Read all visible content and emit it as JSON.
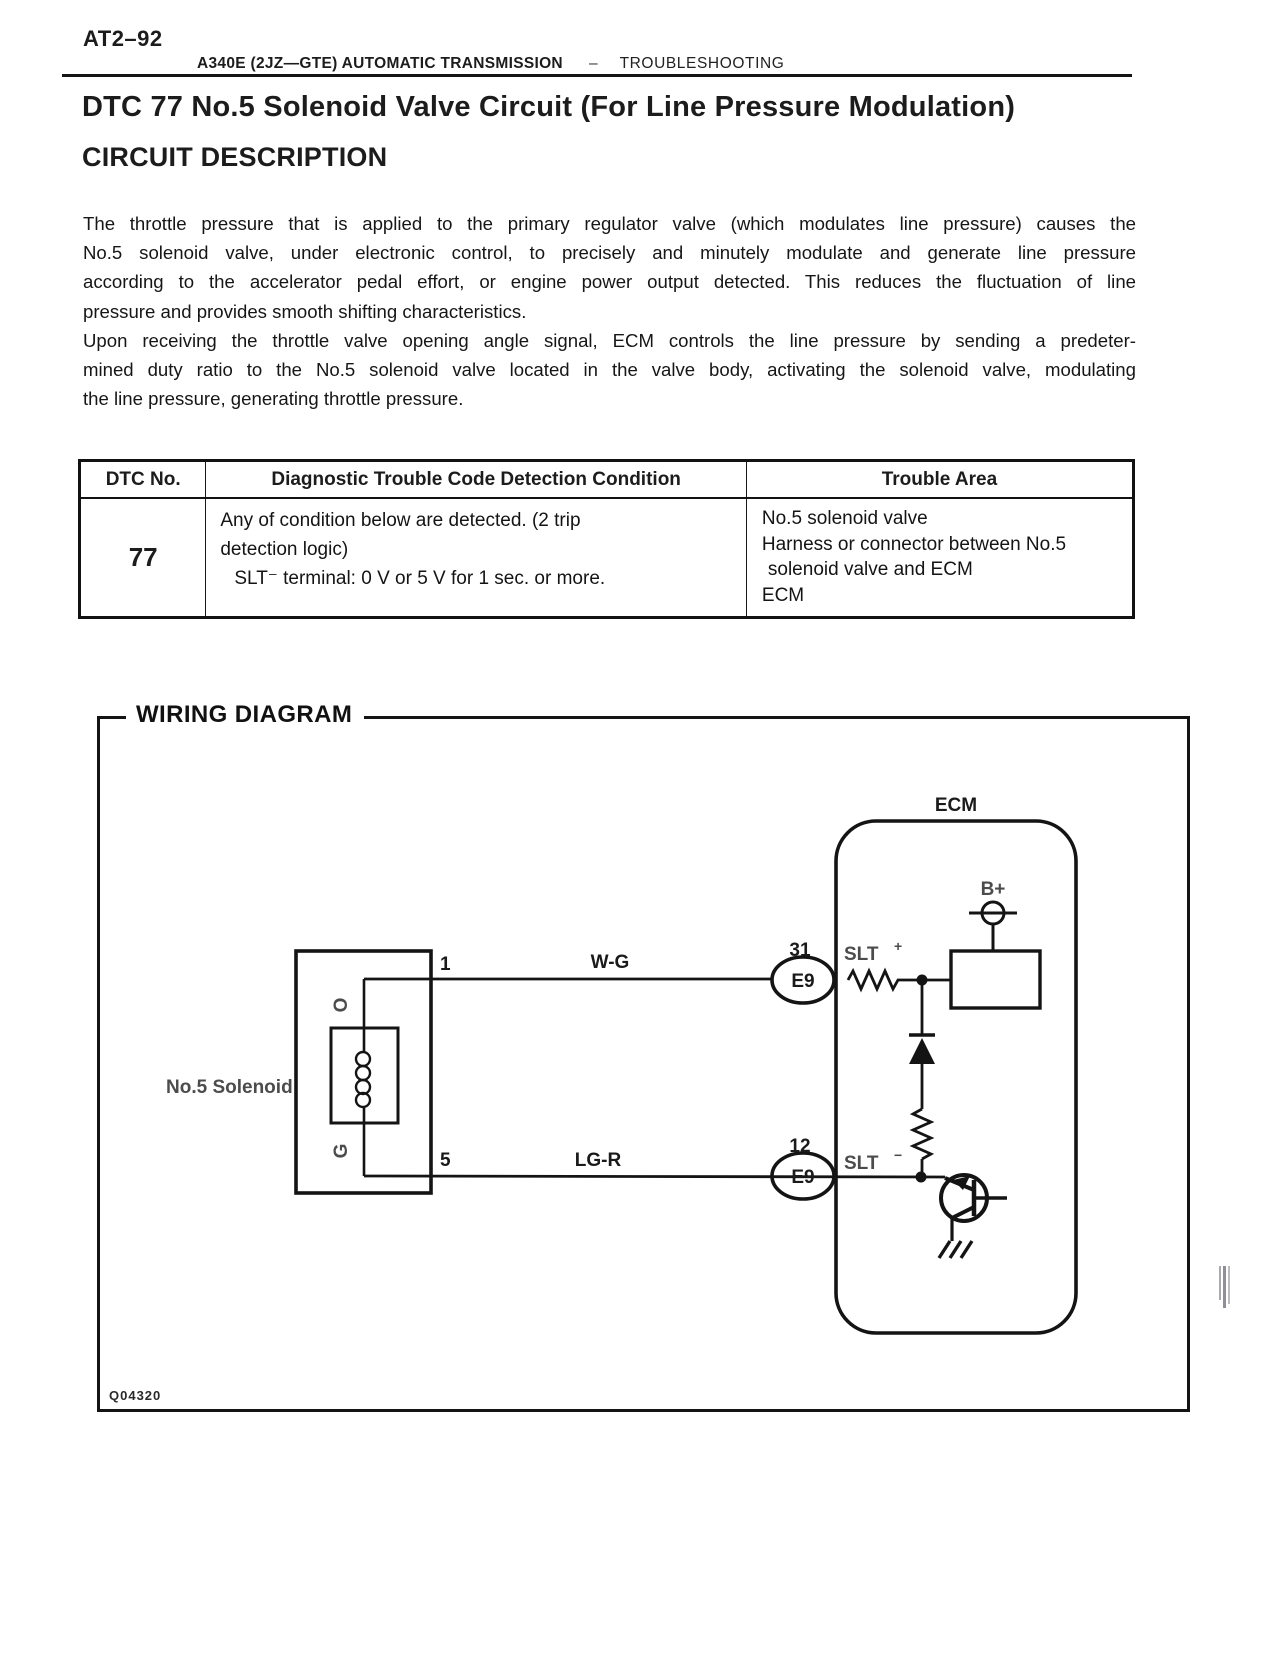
{
  "header": {
    "page_code": "AT2–92",
    "section_title": "A340E (2JZ—GTE) AUTOMATIC TRANSMISSION",
    "separator": "–",
    "section_sub": "TROUBLESHOOTING"
  },
  "title": "DTC 77 No.5 Solenoid Valve Circuit (For Line Pressure Modulation)",
  "subtitle": "CIRCUIT DESCRIPTION",
  "paragraph": {
    "lines": [
      "The throttle pressure that is applied to the primary regulator valve (which modulates line pressure) causes the",
      "No.5 solenoid valve, under electronic control, to precisely and minutely modulate and generate line pressure",
      "according to the accelerator pedal effort, or engine power output detected. This reduces the fluctuation of line",
      "pressure and provides smooth shifting characteristics.",
      "Upon receiving the throttle valve opening angle signal, ECM controls the line pressure by sending a predeter-",
      "mined duty ratio to the No.5 solenoid valve located in the valve body, activating the solenoid valve, modulating",
      "the line pressure, generating throttle pressure."
    ]
  },
  "table": {
    "headers": [
      "DTC No.",
      "Diagnostic Trouble Code Detection Condition",
      "Trouble Area"
    ],
    "dtc_no": "77",
    "condition_lines": [
      "Any of condition below are detected. (2 trip",
      "detection logic)",
      "SLT⁻ terminal: 0 V or 5 V for 1 sec. or more."
    ],
    "trouble_lines": [
      "No.5 solenoid valve",
      "Harness or connector between No.5",
      "solenoid valve and ECM",
      "ECM"
    ]
  },
  "diagram": {
    "legend": "WIRING DIAGRAM",
    "figure_code": "Q04320",
    "ecm_label": "ECM",
    "b_plus_label": "B+",
    "slt_label": "SLT",
    "slt_plus_sign": "+",
    "slt_minus_sign": "−",
    "connector_name": "E9",
    "pin_31": "31",
    "pin_12": "12",
    "pin_1": "1",
    "pin_5": "5",
    "wire_top_color": "W-G",
    "wire_bottom_color": "LG-R",
    "solenoid_label": "No.5 Solenoid",
    "solenoid_wire_o": "O",
    "solenoid_wire_g": "G",
    "line_color_black": "#141414"
  }
}
